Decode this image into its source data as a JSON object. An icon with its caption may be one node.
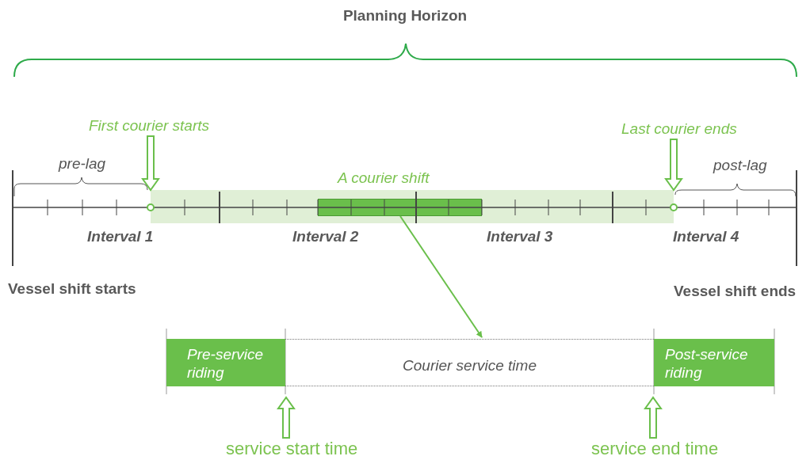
{
  "diagram": {
    "nodes": [
      {
        "text": [
          "A courier shift"
        ]
      },
      {
        "text": [],
        "shape": "bar",
        "in": 0
      },
      {
        "text": [
          "Pre-service riding"
        ]
      },
      {
        "text": [
          "Courier service time"
        ]
      },
      {
        "text": [
          "Post-service riding"
        ]
      },
      {
        "text": [
          "First courier starts"
        ]
      },
      {
        "text": [
          "Last courier ends"
        ]
      },
      {
        "text": [
          "service start time"
        ]
      },
      {
        "text": [
          "service end time"
        ]
      }
    ],
    "edges": [
      {
        "from": 1,
        "to": 3,
        "arrow": "to"
      },
      {
        "from": 5,
        "to": null,
        "arrow": "to"
      },
      {
        "from": 6,
        "to": null,
        "arrow": "to"
      },
      {
        "from": 7,
        "to": null,
        "arrow": "to"
      },
      {
        "from": 8,
        "to": null,
        "arrow": "to"
      }
    ],
    "labels": [
      "Planning Horizon",
      "pre-lag",
      "post-lag",
      "Interval 1",
      "Interval 2",
      "Interval 3",
      "Interval 4",
      "Vessel shift starts",
      "Vessel shift ends"
    ]
  }
}
